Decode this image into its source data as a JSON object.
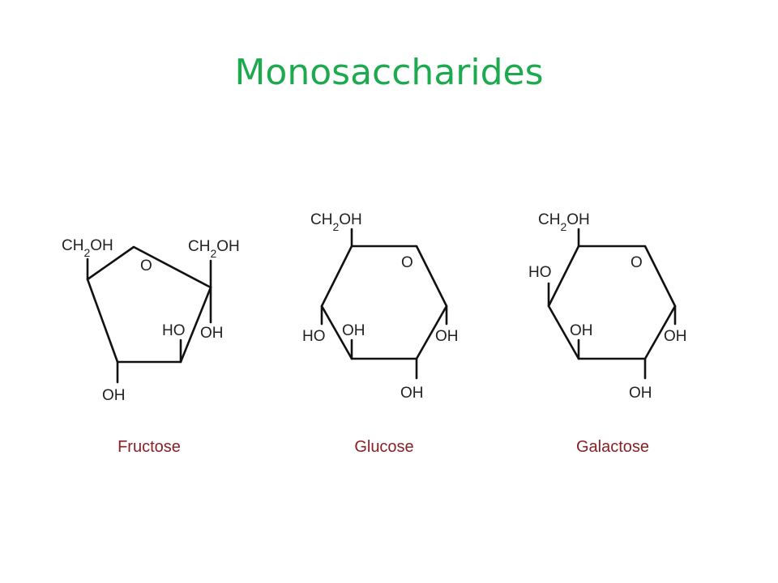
{
  "slide": {
    "title": "Monosaccharides"
  },
  "molecules": [
    {
      "name": "Fructose",
      "labels": {
        "ring_oxygen": "O",
        "left_group_main": "CH",
        "left_group_sub": "2",
        "left_group_tail": "OH",
        "right_group_main": "CH",
        "right_group_sub": "2",
        "right_group_tail": "OH",
        "ho": "HO",
        "oh_right": "OH",
        "oh_bottom": "OH"
      }
    },
    {
      "name": "Glucose",
      "labels": {
        "ring_oxygen": "O",
        "top_group_main": "CH",
        "top_group_sub": "2",
        "top_group_tail": "OH",
        "ho_left": "HO",
        "oh_inner": "OH",
        "oh_right": "OH",
        "oh_bottom": "OH"
      }
    },
    {
      "name": "Galactose",
      "labels": {
        "ring_oxygen": "O",
        "top_group_main": "CH",
        "top_group_sub": "2",
        "top_group_tail": "OH",
        "ho_left": "HO",
        "oh_inner": "OH",
        "oh_right": "OH",
        "oh_bottom": "OH"
      }
    }
  ],
  "colors": {
    "title": "#1daa4f",
    "sugar_name": "#8a1f24",
    "bonds": "#111111"
  }
}
